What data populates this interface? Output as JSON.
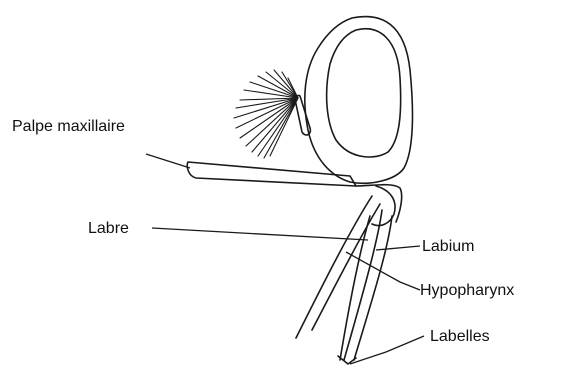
{
  "labels": {
    "palpe_maxillaire": "Palpe maxillaire",
    "labre": "Labre",
    "labium": "Labium",
    "hypopharynx": "Hypopharynx",
    "labelles": "Labelles"
  },
  "colors": {
    "line": "#1a1a1a",
    "text": "#111111",
    "background": "#ffffff"
  }
}
